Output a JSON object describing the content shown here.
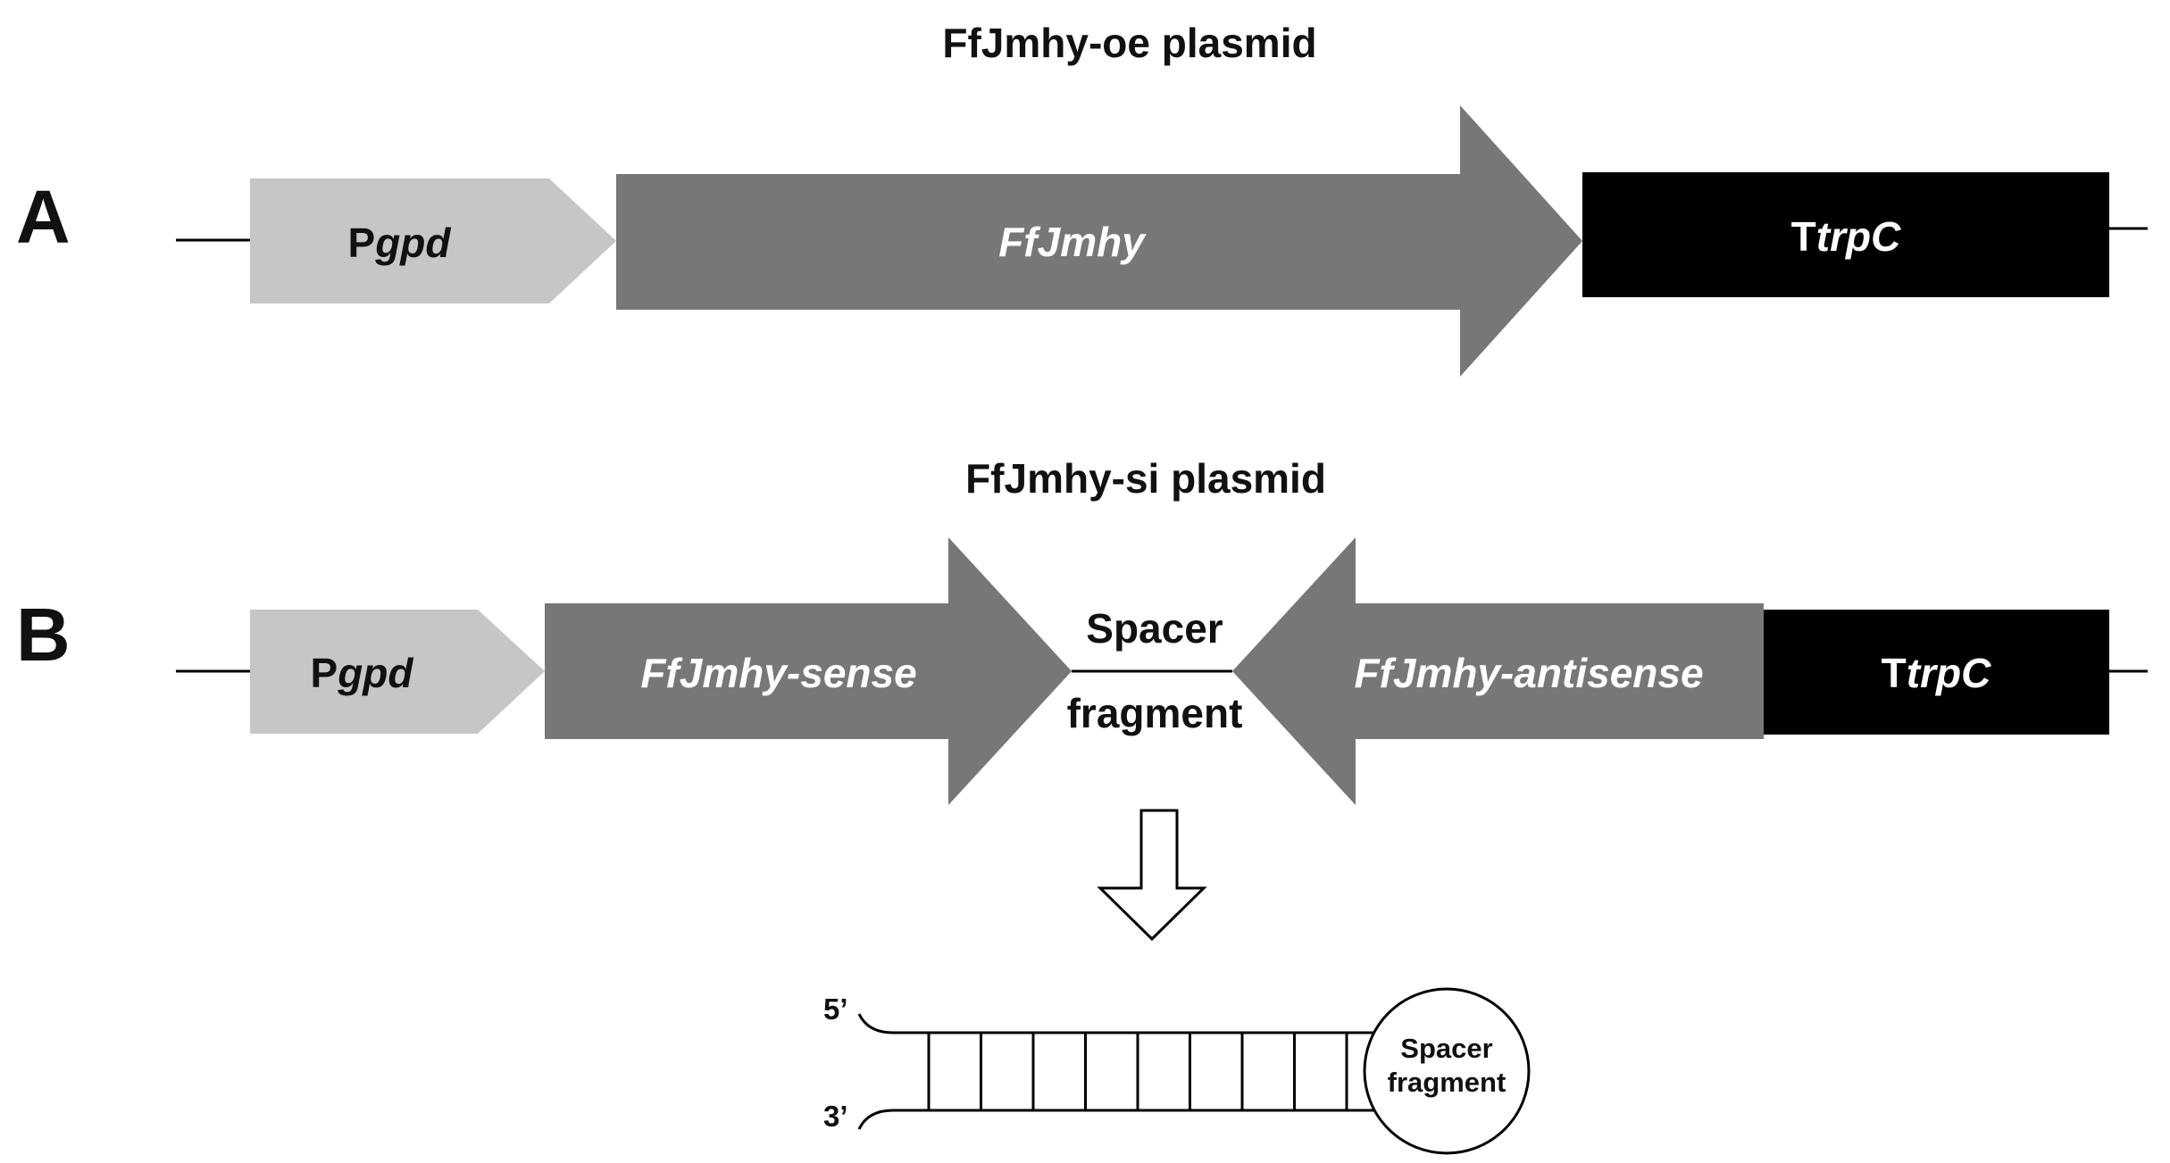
{
  "panel_a": {
    "letter": "A",
    "title": "FfJmhy-oe plasmid",
    "promoter": {
      "prefix": "P",
      "name": "gpd"
    },
    "gene": "FfJmhy",
    "terminator": {
      "prefix": "T",
      "name": "trpC"
    }
  },
  "panel_b": {
    "letter": "B",
    "title": "FfJmhy-si plasmid",
    "promoter": {
      "prefix": "P",
      "name": "gpd"
    },
    "sense": "FfJmhy-sense",
    "spacer_top": "Spacer",
    "spacer_bottom": "fragment",
    "antisense": "FfJmhy-antisense",
    "terminator": {
      "prefix": "T",
      "name": "trpC"
    }
  },
  "hairpin": {
    "five_prime": "5’",
    "three_prime": "3’",
    "loop_top": "Spacer",
    "loop_bottom": "fragment",
    "base_pairs": 8
  },
  "colors": {
    "promoter": "#c6c6c6",
    "gene": "#777777",
    "terminator": "#000000",
    "line": "#000000"
  }
}
